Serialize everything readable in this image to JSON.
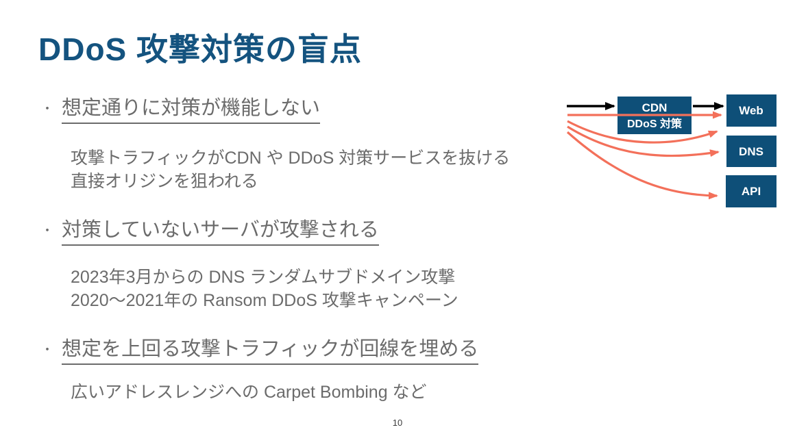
{
  "slide": {
    "title": "DDoS 攻撃対策の盲点",
    "bullet_char": "・",
    "page_number": "10",
    "bullets": [
      {
        "heading": "想定通りに対策が機能しない",
        "details": [
          "攻撃トラフィックがCDN や DDoS 対策サービスを抜ける",
          "直接オリジンを狙われる"
        ]
      },
      {
        "heading": "対策していないサーバが攻撃される",
        "details": [
          "2023年3月からの DNS ランダムサブドメイン攻撃",
          "2020〜2021年の Ransom DDoS 攻撃キャンペーン"
        ]
      },
      {
        "heading": "想定を上回る攻撃トラフィックが回線を埋める",
        "details": [
          "広いアドレスレンジへの Carpet Bombing など"
        ]
      }
    ],
    "diagram": {
      "cdn_box": {
        "line1": "CDN",
        "line2": "DDoS 対策"
      },
      "targets": [
        "Web",
        "DNS",
        "API"
      ],
      "colors": {
        "box_fill": "#0E4F78",
        "attack_arrow": "#F3705A",
        "normal_arrow": "#000000",
        "title_blue": "#14537F",
        "body_gray": "#6B6B6B"
      }
    }
  }
}
